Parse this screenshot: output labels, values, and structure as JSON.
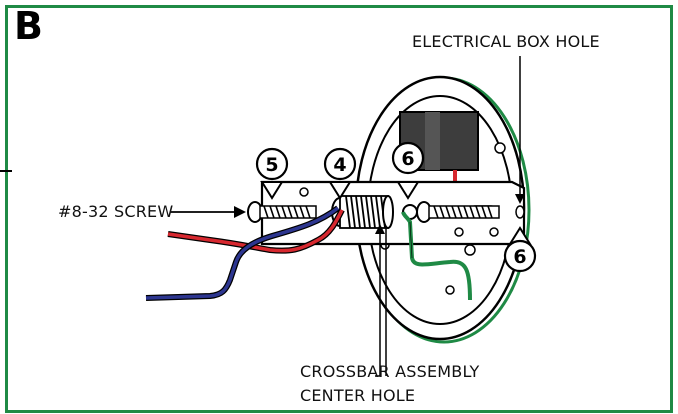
{
  "panel": {
    "letter": "B"
  },
  "labels": {
    "electrical_box_hole": "ELECTRICAL BOX HOLE",
    "screw": "#8-32 SCREW",
    "crossbar_line1": "CROSSBAR ASSEMBLY",
    "crossbar_line2": "CENTER HOLE"
  },
  "callouts": [
    {
      "id": "5",
      "text": "5"
    },
    {
      "id": "4",
      "text": "4"
    },
    {
      "id": "6a",
      "text": "6"
    },
    {
      "id": "6b",
      "text": "6"
    }
  ],
  "colors": {
    "frame": "#1f8a45",
    "wire_red": "#d7282f",
    "wire_blue": "#2d3690",
    "wire_green": "#1f8a45",
    "box": "#3d3d3d"
  }
}
